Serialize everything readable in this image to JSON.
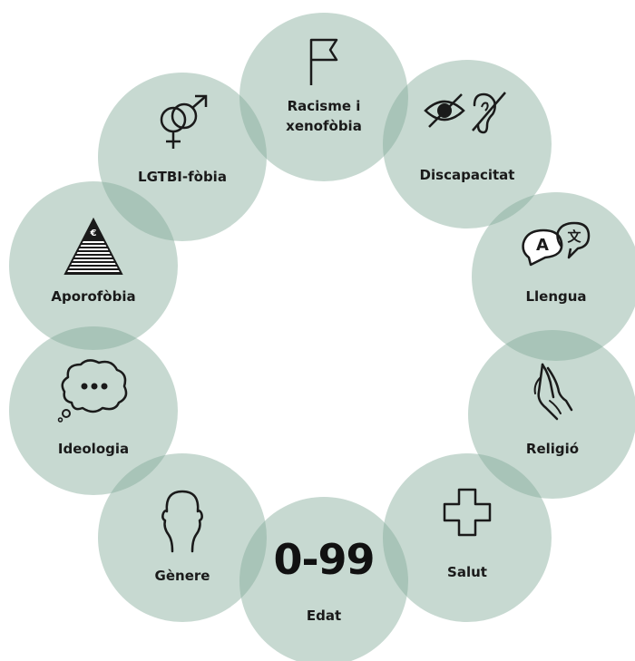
{
  "diagram": {
    "nodes": {
      "racisme": {
        "label": "Racisme i xenofòbia",
        "label_line1": "Racisme i",
        "label_line2": "xenofòbia",
        "icon": "flag-icon"
      },
      "discapacitat": {
        "label": "Discapacitat",
        "icon": "disability-icon"
      },
      "llengua": {
        "label": "Llengua",
        "icon": "translate-icon"
      },
      "religio": {
        "label": "Religió",
        "icon": "praying-hands-icon"
      },
      "salut": {
        "label": "Salut",
        "icon": "cross-icon"
      },
      "edat": {
        "label": "Edat",
        "value": "0-99"
      },
      "genere": {
        "label": "Gènere",
        "icon": "head-icon"
      },
      "ideologia": {
        "label": "Ideologia",
        "icon": "thought-bubble-icon"
      },
      "aporofobia": {
        "label": "Aporofòbia",
        "icon": "pyramid-icon",
        "icon_text": "€"
      },
      "lgtbi": {
        "label": "LGTBI-fòbia",
        "icon": "gender-symbols-icon"
      }
    },
    "colors": {
      "circle_fill": "#83ab98",
      "text": "#1a1a1a"
    }
  }
}
